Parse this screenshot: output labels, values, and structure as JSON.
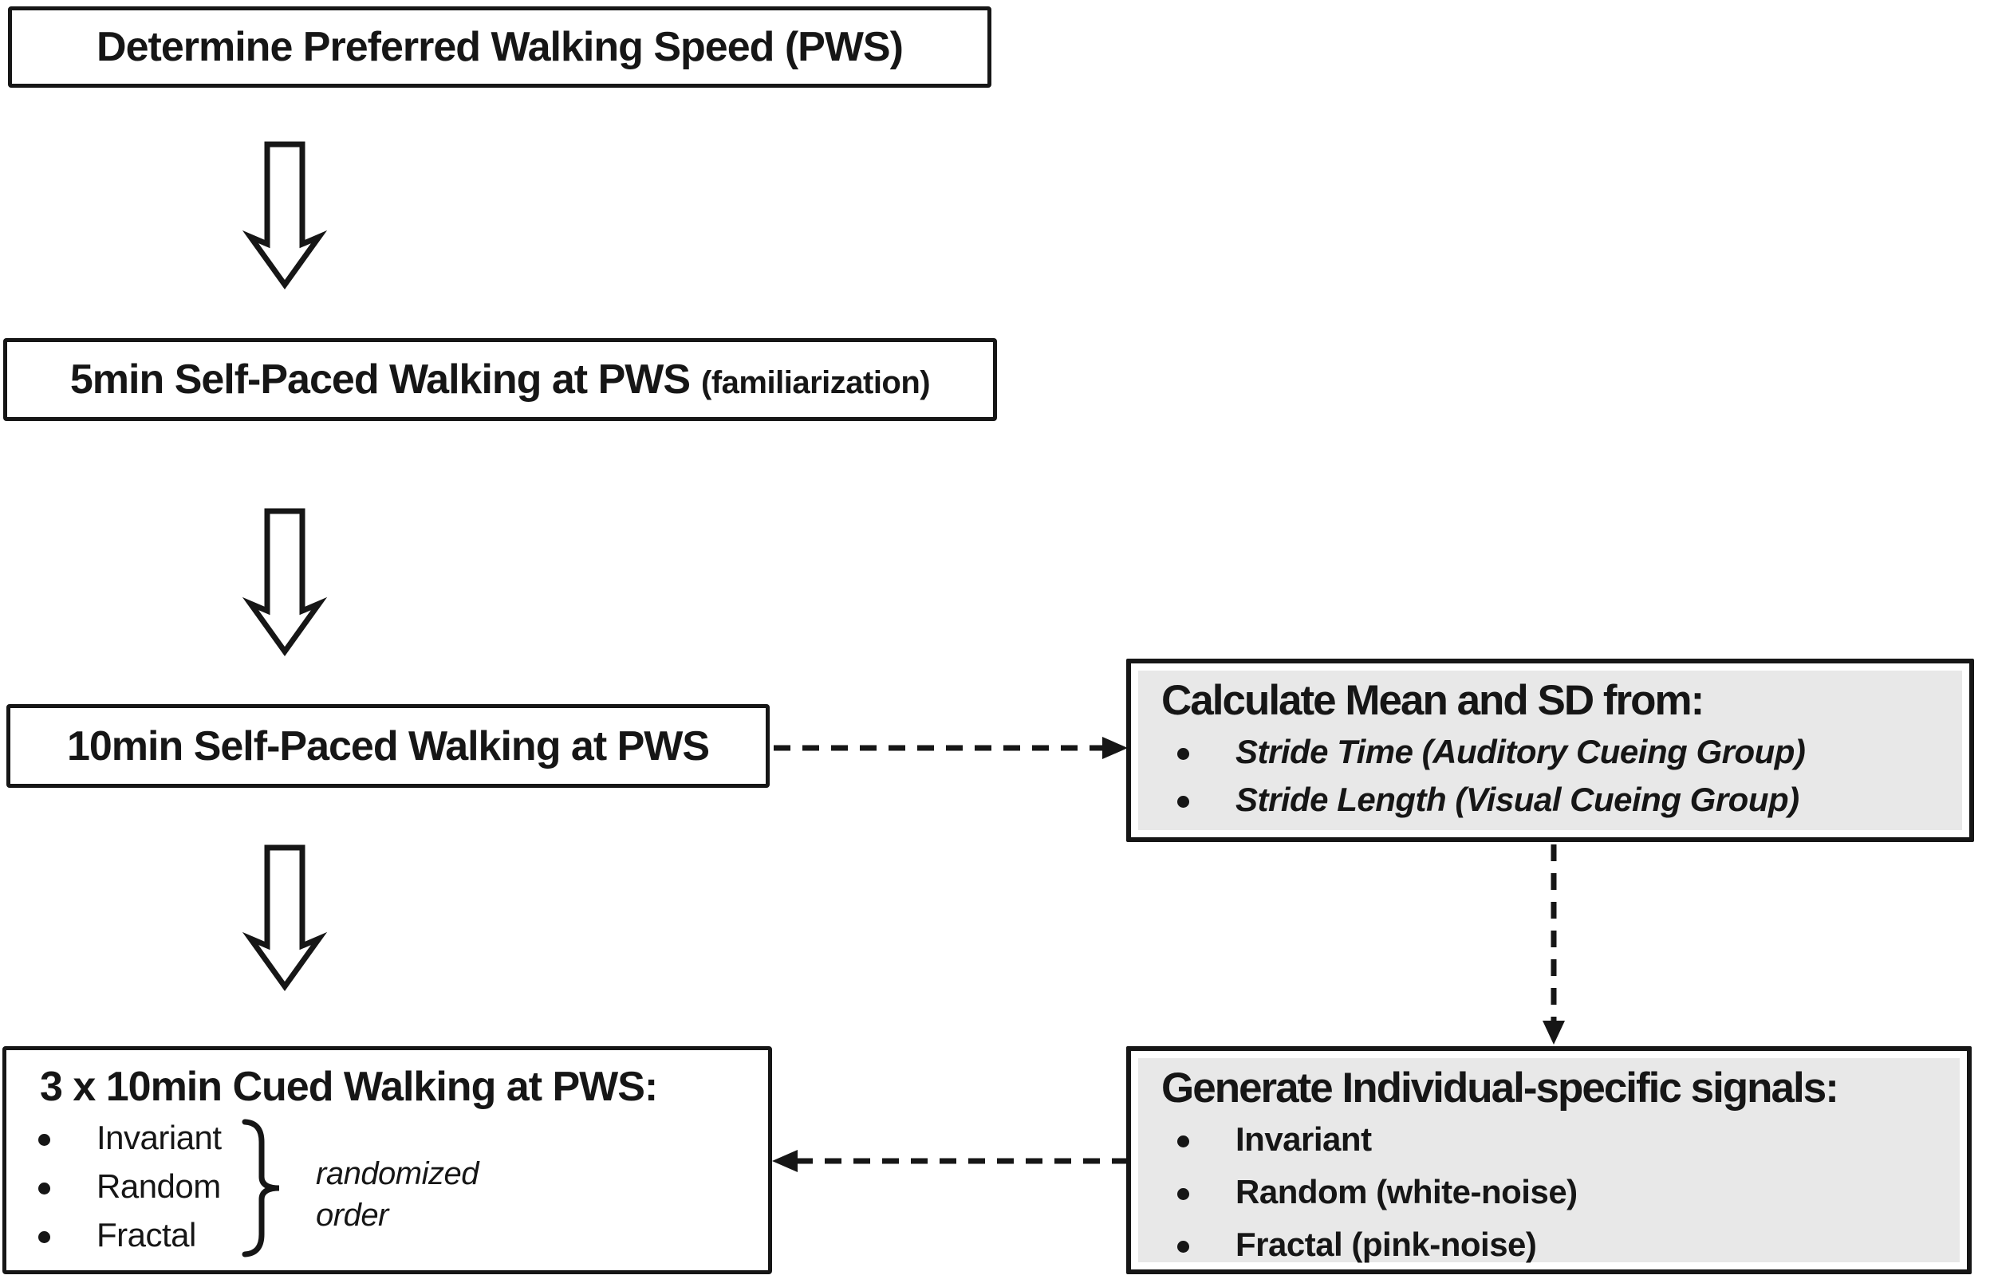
{
  "figure": {
    "background": "#ffffff",
    "ink": "#161616",
    "gray_fill": "#e8e8e8",
    "boxes": {
      "determine": {
        "title": "Determine Preferred Walking Speed (PWS)"
      },
      "familiarization": {
        "title": "5min Self-Paced Walking at PWS",
        "suffix": "(familiarization)"
      },
      "baseline": {
        "title": "10min Self-Paced Walking at PWS"
      },
      "calculate": {
        "title": "Calculate Mean and SD from:",
        "bullets": [
          "Stride Time (Auditory Cueing Group)",
          "Stride Length (Visual Cueing Group)"
        ]
      },
      "cued": {
        "title": "3 x 10min Cued Walking at PWS:",
        "bullets": [
          "Invariant",
          "Random",
          "Fractal"
        ],
        "note": [
          "randomized",
          "order"
        ]
      },
      "generate": {
        "title": "Generate Individual-specific signals:",
        "bullets": [
          "Invariant",
          "Random (white-noise)",
          "Fractal (pink-noise)"
        ]
      }
    }
  }
}
